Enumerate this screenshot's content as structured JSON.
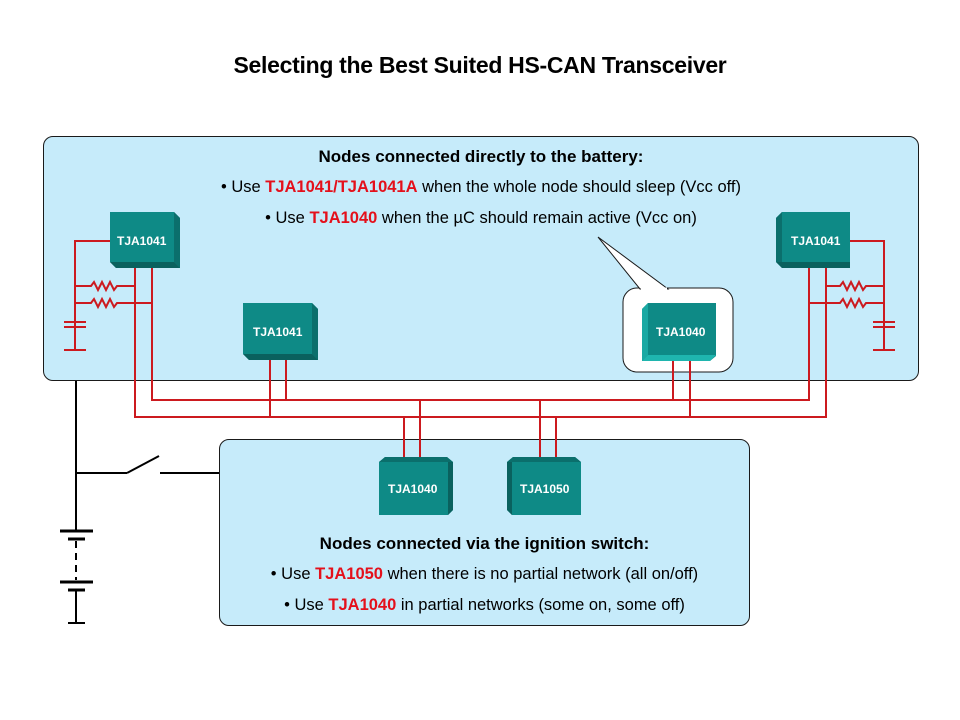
{
  "title": "Selecting the Best Suited HS-CAN Transceiver",
  "battery_panel": {
    "heading": "Nodes connected directly to the battery:",
    "bullets": [
      {
        "prefix": "• Use ",
        "part": "TJA1041/TJA1041A",
        "suffix": " when the whole node should sleep (Vcc off)"
      },
      {
        "prefix": "• Use ",
        "part": "TJA1040",
        "suffix": " when the µC should remain active (Vcc on)"
      }
    ]
  },
  "ignition_panel": {
    "heading": "Nodes connected via the ignition switch:",
    "bullets": [
      {
        "prefix": "• Use ",
        "part": "TJA1050",
        "suffix": " when there is no partial network (all on/off)"
      },
      {
        "prefix": "• Use ",
        "part": "TJA1040",
        "suffix": " in partial networks (some on, some off)"
      }
    ]
  },
  "chips": {
    "top_left": "TJA1041",
    "top_middle": "TJA1041",
    "callout": "TJA1040",
    "top_right": "TJA1041",
    "bottom_left": "TJA1040",
    "bottom_right": "TJA1050"
  },
  "colors": {
    "highlight": "#e4101b",
    "chip": "#0e8a86",
    "panel": "#c6ebfa",
    "wire": "#cc1a1f"
  }
}
